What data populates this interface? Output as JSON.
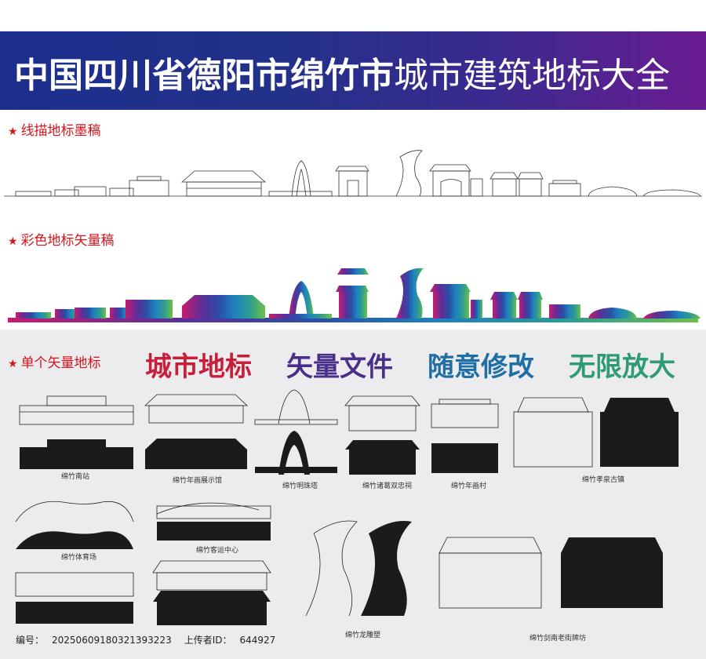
{
  "banner": {
    "title_bold": "中国四川省德阳市绵竹市",
    "title_light": "城市建筑地标大全"
  },
  "sections": {
    "line_art": "线描地标墨稿",
    "color_vector": "彩色地标矢量稿",
    "single_vector": "单个矢量地标"
  },
  "slogans": [
    "城市地标",
    "矢量文件",
    "随意修改",
    "无限放大"
  ],
  "landmarks": [
    "绵竹南站",
    "绵竹年画展示馆",
    "绵竹明珠塔",
    "绵竹诸葛双忠祠",
    "绵竹年画村",
    "绵竹孝泉古镇",
    "绵竹体育场",
    "绵竹客运中心",
    "绵竹龙雕塑",
    "绵竹剑南老街牌坊"
  ],
  "footer": {
    "id_label": "编号：",
    "id_value": "20250609180321393223",
    "uploader_label": "上传者ID：",
    "uploader_value": "644927"
  },
  "colors": {
    "banner_start": "#1c2f8c",
    "banner_end": "#6a1c91",
    "section_label": "#d6141c",
    "slogan_1": "#c81e3a",
    "slogan_2": "#4a2f8a",
    "slogan_3": "#1e6fa6",
    "slogan_4": "#2f9a78"
  }
}
